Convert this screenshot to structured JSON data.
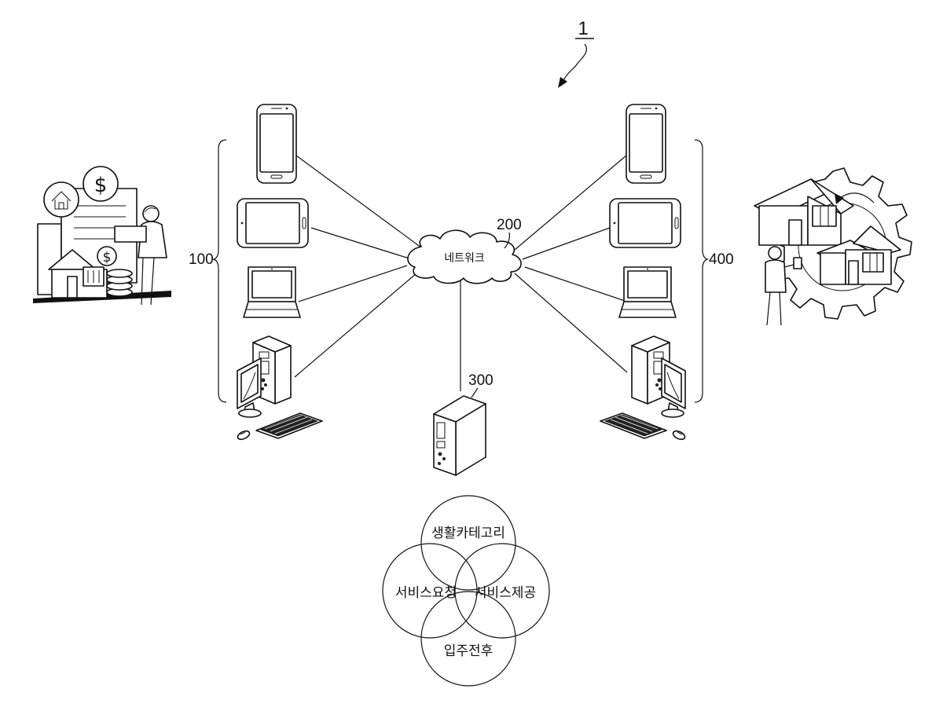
{
  "figure": {
    "system_ref": "1",
    "user_group_ref": "100",
    "network_ref": "200",
    "network_label": "네트워크",
    "server_ref": "300",
    "provider_group_ref": "400"
  },
  "venn": {
    "top": "생활카테고리",
    "left": "서비스요청",
    "right": "서비스제공",
    "bottom": "입주전후"
  },
  "icons": [
    "house-finance-user-illustration",
    "smartphone-icon",
    "tablet-icon",
    "laptop-icon",
    "desktop-computer-icon",
    "network-cloud-icon",
    "server-icon",
    "house-gear-worker-illustration"
  ]
}
